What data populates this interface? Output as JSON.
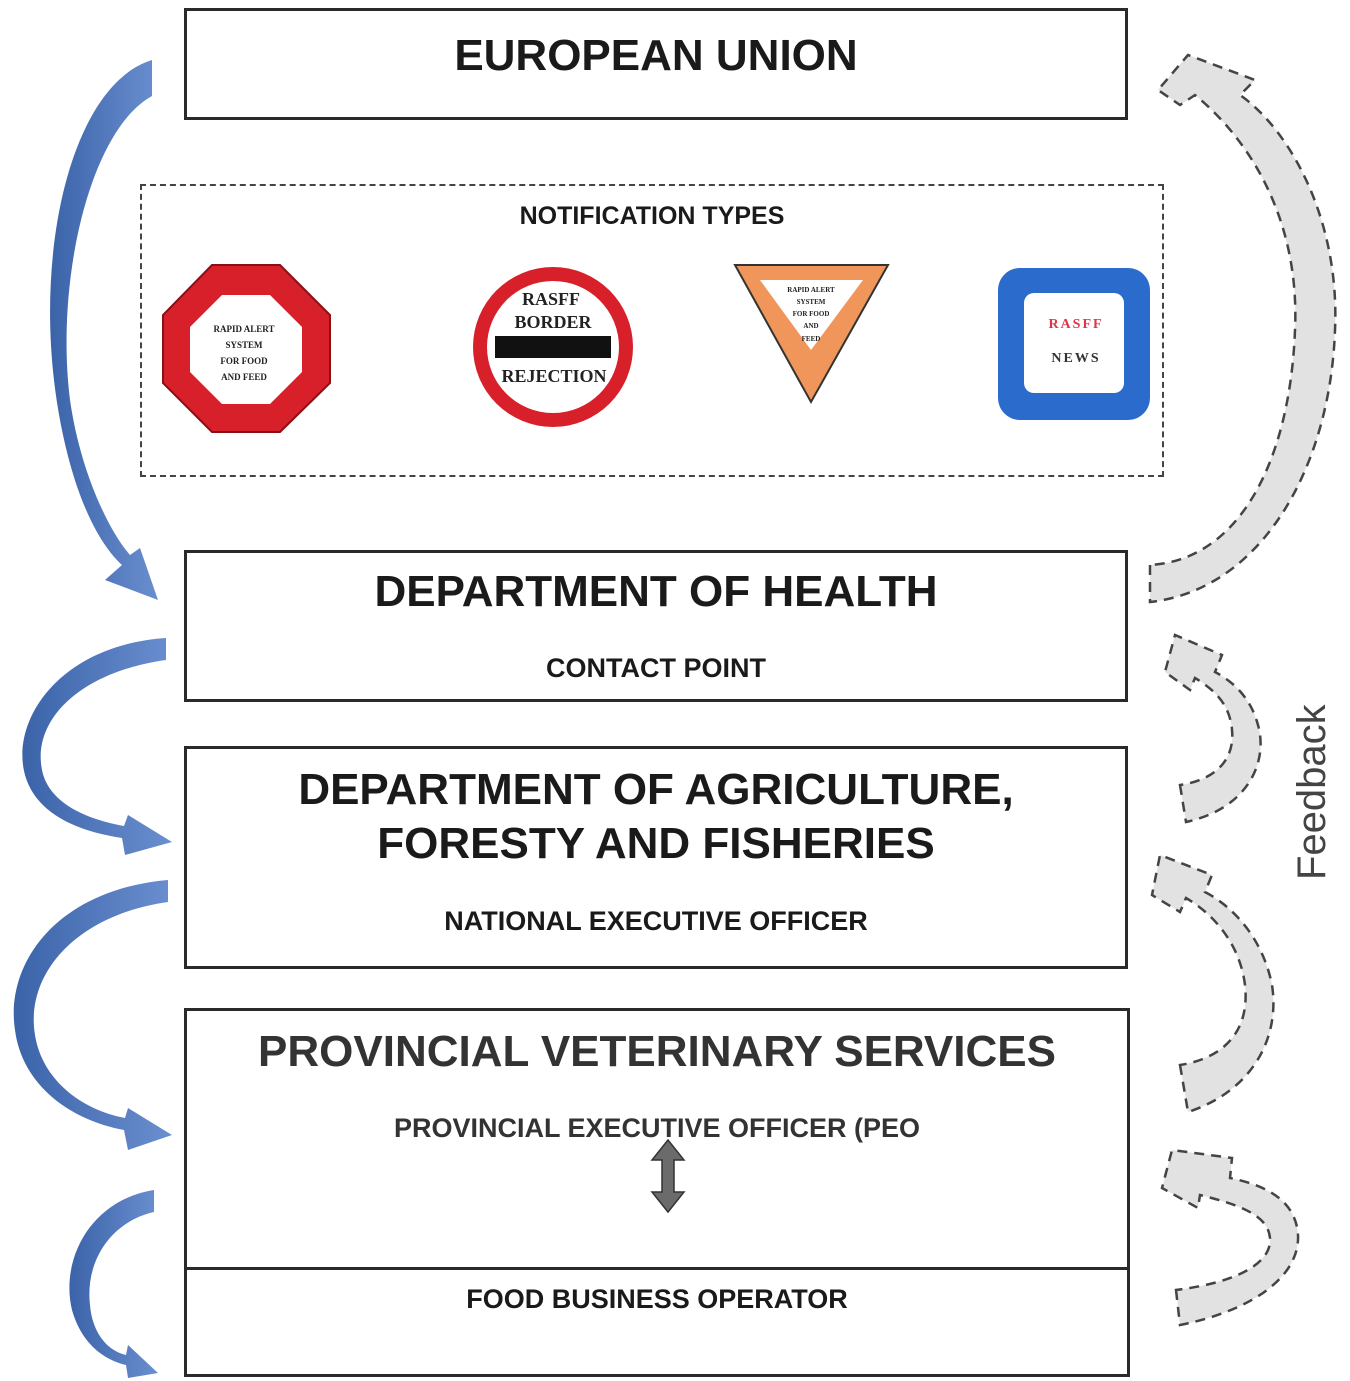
{
  "eu": {
    "title": "EUROPEAN UNION"
  },
  "notifications": {
    "title": "NOTIFICATION TYPES",
    "alert": [
      "RAPID ALERT",
      "SYSTEM",
      "FOR FOOD",
      "AND FEED"
    ],
    "border": [
      "RASFF",
      "BORDER",
      "REJECTION"
    ],
    "information": [
      "RAPID ALERT",
      "SYSTEM",
      "FOR FOOD",
      "AND",
      "FEED"
    ],
    "news": [
      "RASFF",
      "NEWS"
    ]
  },
  "doh": {
    "title": "DEPARTMENT OF HEALTH",
    "subtitle": "CONTACT POINT"
  },
  "daff": {
    "title_line1": "DEPARTMENT OF AGRICULTURE,",
    "title_line2": "FORESTY AND FISHERIES",
    "subtitle": "NATIONAL EXECUTIVE OFFICER"
  },
  "pvs": {
    "title": "PROVINCIAL VETERINARY SERVICES",
    "subtitle": "PROVINCIAL EXECUTIVE OFFICER (PEO"
  },
  "fbo": {
    "title": "FOOD BUSINESS OPERATOR"
  },
  "feedback": {
    "label": "Feedback"
  },
  "colors": {
    "flow_arrow": "#4a72b8",
    "alert": "#d8202a",
    "information": "#f0965a",
    "news": "#2a6bcc",
    "border_black": "#111111"
  }
}
